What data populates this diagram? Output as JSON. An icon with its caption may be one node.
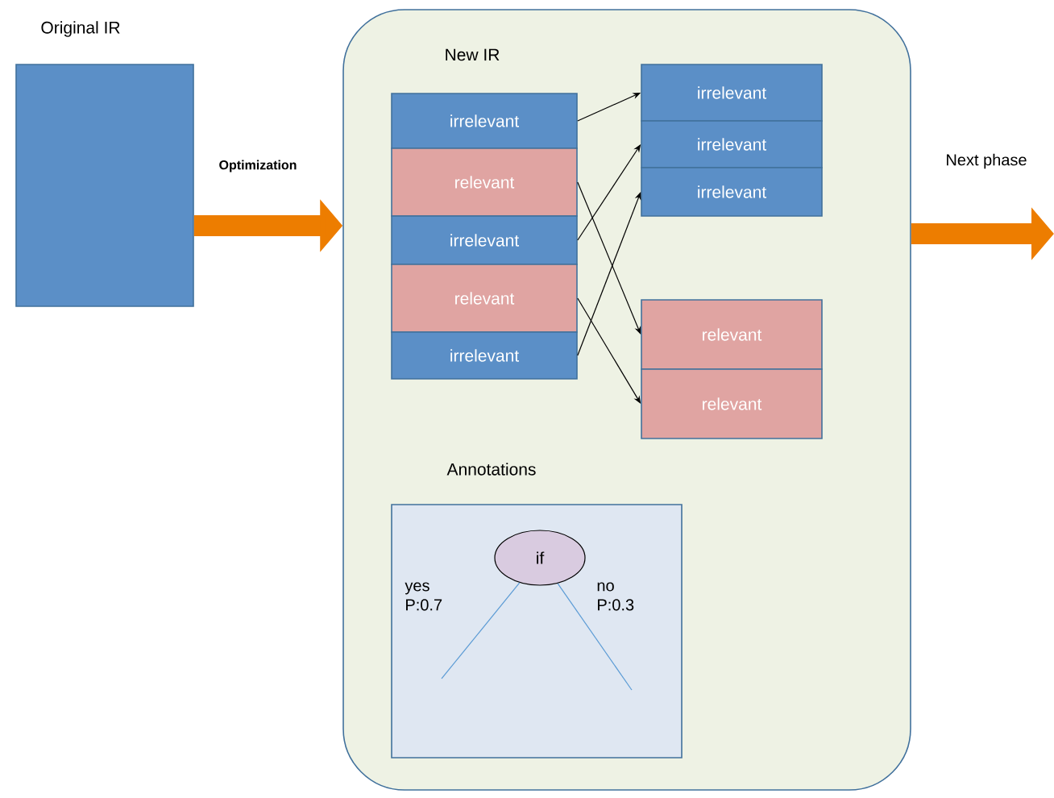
{
  "diagram": {
    "nodes": [
      {
        "text": [
          "Original IR"
        ]
      },
      {
        "text": [],
        "shape": "box"
      },
      {
        "text": [
          "irrelevant"
        ],
        "in": 1
      },
      {
        "text": [
          "relevant"
        ],
        "in": 1
      },
      {
        "text": [
          "irrelevant"
        ],
        "in": 1
      },
      {
        "text": [
          "relevant"
        ],
        "in": 1
      },
      {
        "text": [
          "irrelevant"
        ],
        "in": 1
      },
      {
        "text": [
          "irrelevant"
        ],
        "in": 1
      },
      {
        "text": [
          "irrelevant"
        ],
        "in": 1
      },
      {
        "text": [
          "irrelevant"
        ],
        "in": 1
      },
      {
        "text": [
          "relevant"
        ],
        "in": 1
      },
      {
        "text": [
          "relevant"
        ],
        "in": 1
      },
      {
        "text": [
          "Annotations"
        ],
        "in": 1
      },
      {
        "text": [
          "if"
        ],
        "in": 12
      }
    ],
    "edges": [
      {
        "from": 0,
        "to": 1,
        "arrow": "to",
        "label": "Optimization",
        "style": "thick",
        "color": "#ed7d00"
      },
      {
        "from": 1,
        "to": null,
        "arrow": "to",
        "label": "Next phase",
        "style": "thick",
        "color": "#ed7d00"
      },
      {
        "from": 2,
        "to": 7,
        "arrow": "to"
      },
      {
        "from": 3,
        "to": 10,
        "arrow": "to"
      },
      {
        "from": 4,
        "to": 8,
        "arrow": "to"
      },
      {
        "from": 5,
        "to": 11,
        "arrow": "to"
      },
      {
        "from": 6,
        "to": 9,
        "arrow": "to"
      },
      {
        "from": 13,
        "to": null,
        "arrow": "none",
        "label": "yes P:0.7",
        "color": "#5b9bd5"
      },
      {
        "from": 13,
        "to": null,
        "arrow": "none",
        "label": "no P:0.3",
        "color": "#5b9bd5"
      }
    ],
    "labels": [
      "New IR"
    ]
  }
}
